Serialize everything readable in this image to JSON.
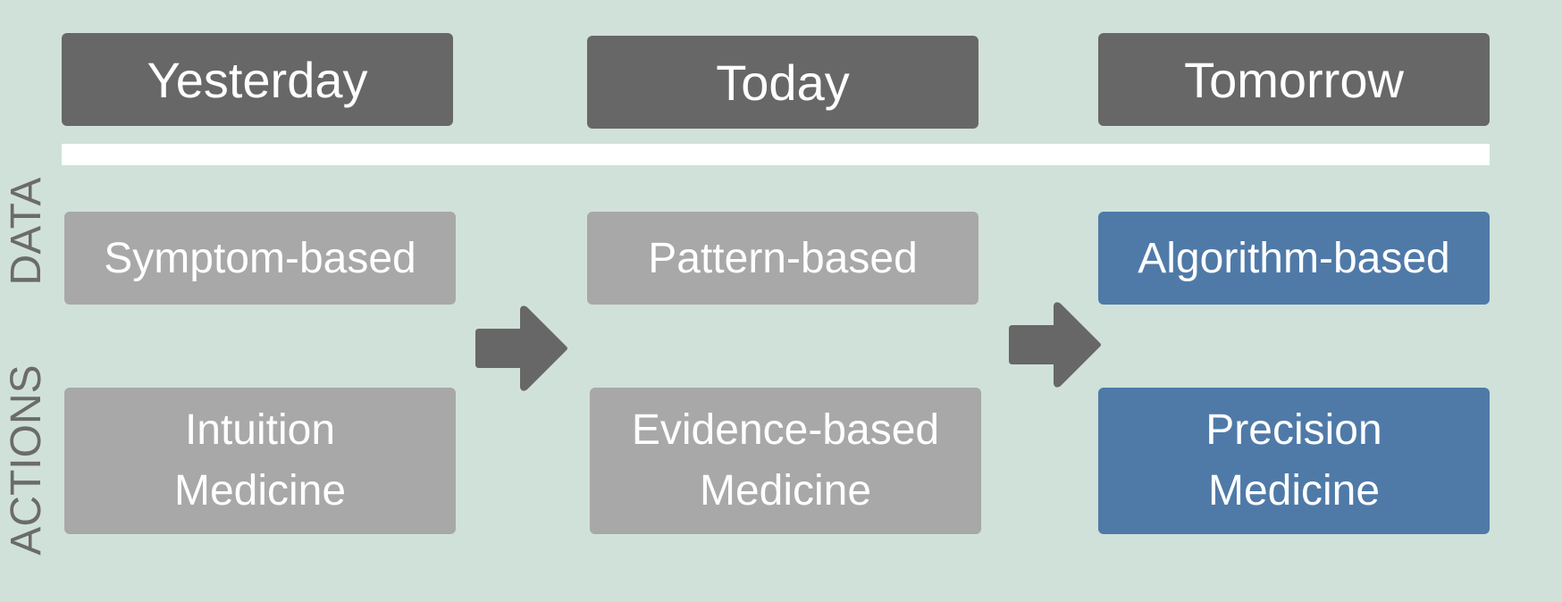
{
  "columns": {
    "yesterday": "Yesterday",
    "today": "Today",
    "tomorrow": "Tomorrow"
  },
  "row_labels": {
    "data": "DATA",
    "actions": "ACTIONS"
  },
  "data_row": {
    "yesterday": "Symptom-based",
    "today": "Pattern-based",
    "tomorrow": "Algorithm-based"
  },
  "actions_row": {
    "yesterday": {
      "line1": "Intuition",
      "line2": "Medicine"
    },
    "today": {
      "line1": "Evidence-based",
      "line2": "Medicine"
    },
    "tomorrow": {
      "line1": "Precision",
      "line2": "Medicine"
    }
  },
  "colors": {
    "background": "#d0e1d9",
    "header": "#676767",
    "past": "#a8a8a8",
    "future": "#4f7aa8",
    "arrow": "#676767",
    "divider": "#ffffff"
  }
}
